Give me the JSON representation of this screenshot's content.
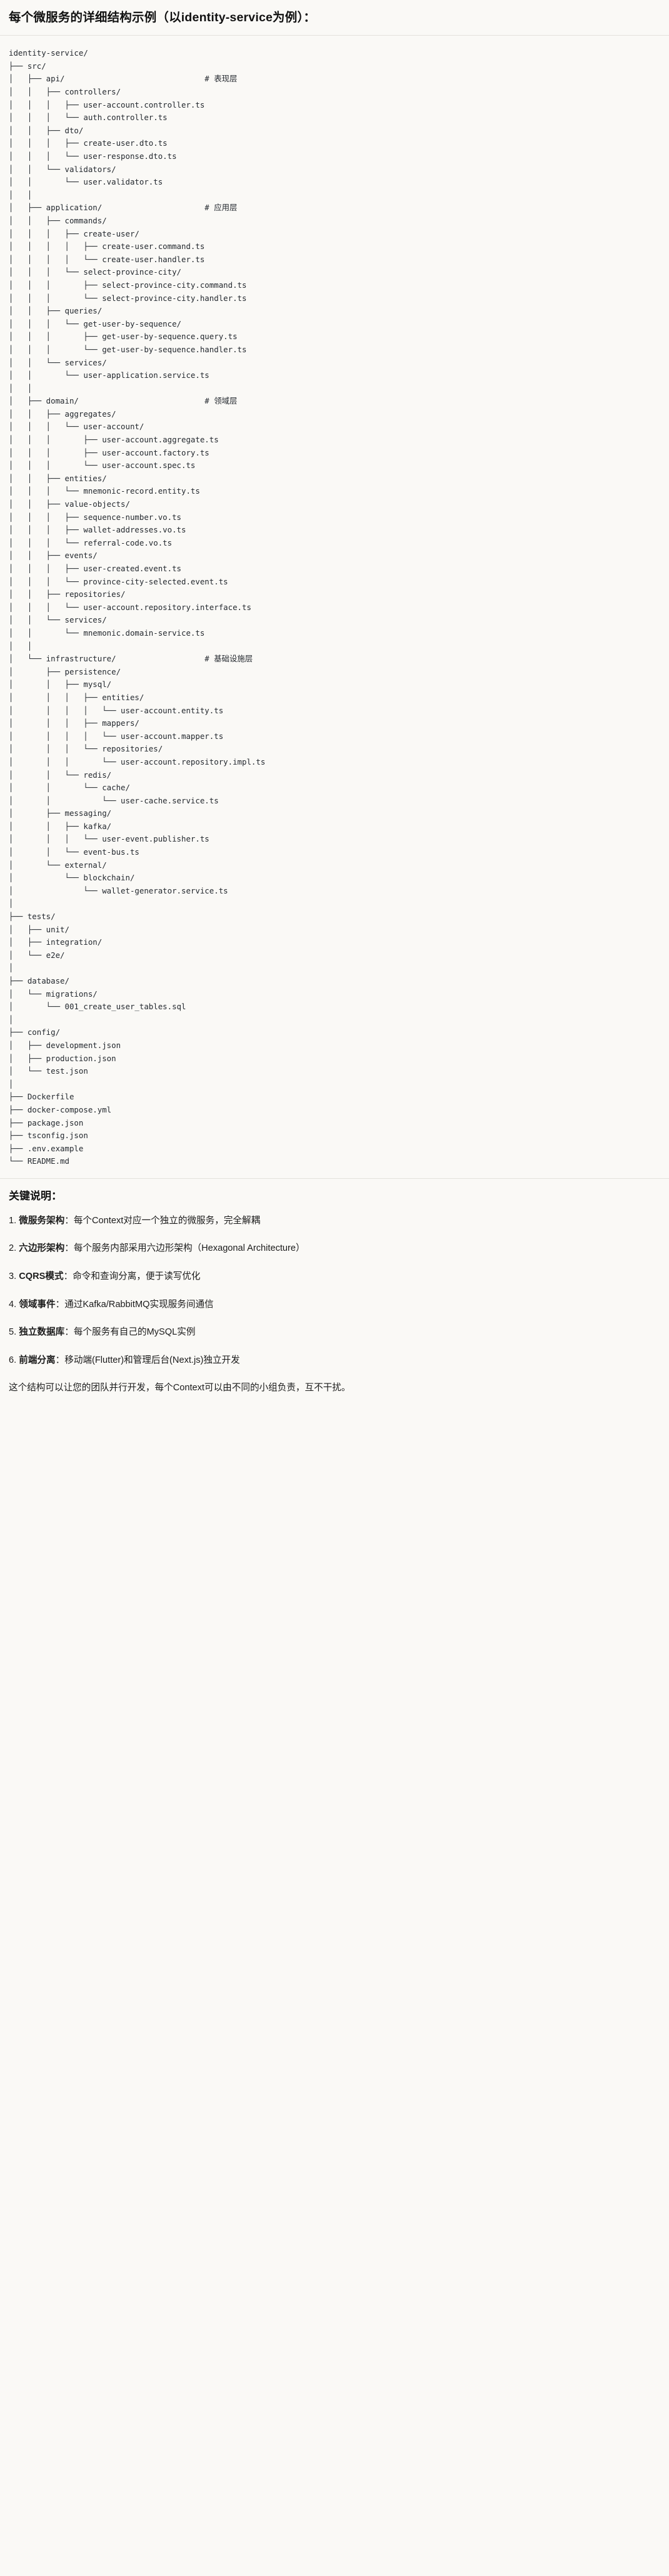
{
  "heading": "每个微服务的详细结构示例（以identity-service为例）：",
  "tree": {
    "root_label": "identity-service/",
    "comments": {
      "api": "# 表现层",
      "application": "# 应用层",
      "domain": "# 领域层",
      "infrastructure": "# 基础设施层"
    },
    "text": "identity-service/\n├── src/\n│   ├── api/                              # 表现层\n│   │   ├── controllers/\n│   │   │   ├── user-account.controller.ts\n│   │   │   └── auth.controller.ts\n│   │   ├── dto/\n│   │   │   ├── create-user.dto.ts\n│   │   │   └── user-response.dto.ts\n│   │   └── validators/\n│   │       └── user.validator.ts\n│   │\n│   ├── application/                      # 应用层\n│   │   ├── commands/\n│   │   │   ├── create-user/\n│   │   │   │   ├── create-user.command.ts\n│   │   │   │   └── create-user.handler.ts\n│   │   │   └── select-province-city/\n│   │   │       ├── select-province-city.command.ts\n│   │   │       └── select-province-city.handler.ts\n│   │   ├── queries/\n│   │   │   └── get-user-by-sequence/\n│   │   │       ├── get-user-by-sequence.query.ts\n│   │   │       └── get-user-by-sequence.handler.ts\n│   │   └── services/\n│   │       └── user-application.service.ts\n│   │\n│   ├── domain/                           # 领域层\n│   │   ├── aggregates/\n│   │   │   └── user-account/\n│   │   │       ├── user-account.aggregate.ts\n│   │   │       ├── user-account.factory.ts\n│   │   │       └── user-account.spec.ts\n│   │   ├── entities/\n│   │   │   └── mnemonic-record.entity.ts\n│   │   ├── value-objects/\n│   │   │   ├── sequence-number.vo.ts\n│   │   │   ├── wallet-addresses.vo.ts\n│   │   │   └── referral-code.vo.ts\n│   │   ├── events/\n│   │   │   ├── user-created.event.ts\n│   │   │   └── province-city-selected.event.ts\n│   │   ├── repositories/\n│   │   │   └── user-account.repository.interface.ts\n│   │   └── services/\n│   │       └── mnemonic.domain-service.ts\n│   │\n│   └── infrastructure/                   # 基础设施层\n│       ├── persistence/\n│       │   ├── mysql/\n│       │   │   ├── entities/\n│       │   │   │   └── user-account.entity.ts\n│       │   │   ├── mappers/\n│       │   │   │   └── user-account.mapper.ts\n│       │   │   └── repositories/\n│       │   │       └── user-account.repository.impl.ts\n│       │   └── redis/\n│       │       └── cache/\n│       │           └── user-cache.service.ts\n│       ├── messaging/\n│       │   ├── kafka/\n│       │   │   └── user-event.publisher.ts\n│       │   └── event-bus.ts\n│       └── external/\n│           └── blockchain/\n│               └── wallet-generator.service.ts\n│\n├── tests/\n│   ├── unit/\n│   ├── integration/\n│   └── e2e/\n│\n├── database/\n│   └── migrations/\n│       └── 001_create_user_tables.sql\n│\n├── config/\n│   ├── development.json\n│   ├── production.json\n│   └── test.json\n│\n├── Dockerfile\n├── docker-compose.yml\n├── package.json\n├── tsconfig.json\n├── .env.example\n└── README.md"
  },
  "notes": {
    "title": "关键说明：",
    "items": [
      {
        "num": "1.",
        "term": "微服务架构",
        "text": "：每个Context对应一个独立的微服务，完全解耦"
      },
      {
        "num": "2.",
        "term": "六边形架构",
        "text": "：每个服务内部采用六边形架构（Hexagonal Architecture）"
      },
      {
        "num": "3.",
        "term": "CQRS模式",
        "text": "：命令和查询分离，便于读写优化"
      },
      {
        "num": "4.",
        "term": "领域事件",
        "text": "：通过Kafka/RabbitMQ实现服务间通信"
      },
      {
        "num": "5.",
        "term": "独立数据库",
        "text": "：每个服务有自己的MySQL实例"
      },
      {
        "num": "6.",
        "term": "前端分离",
        "text": "：移动端(Flutter)和管理后台(Next.js)独立开发"
      }
    ],
    "closing": "这个结构可以让您的团队并行开发，每个Context可以由不同的小组负责，互不干扰。"
  }
}
